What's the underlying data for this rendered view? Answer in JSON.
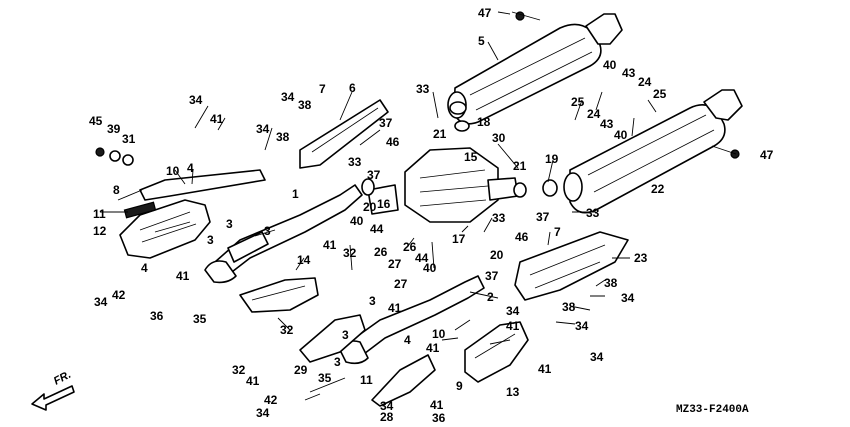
{
  "diagram": {
    "code": "MZ33-F2400A",
    "direction_label": "FR.",
    "callouts": [
      {
        "id": "c47a",
        "label": "47"
      },
      {
        "id": "c5",
        "label": "5"
      },
      {
        "id": "c40a",
        "label": "40"
      },
      {
        "id": "c43a",
        "label": "43"
      },
      {
        "id": "c24a",
        "label": "24"
      },
      {
        "id": "c25a",
        "label": "25"
      },
      {
        "id": "c25b",
        "label": "25"
      },
      {
        "id": "c24b",
        "label": "24"
      },
      {
        "id": "c43b",
        "label": "43"
      },
      {
        "id": "c40b",
        "label": "40"
      },
      {
        "id": "c47b",
        "label": "47"
      },
      {
        "id": "c22",
        "label": "22"
      },
      {
        "id": "c33a",
        "label": "33"
      },
      {
        "id": "c18",
        "label": "18"
      },
      {
        "id": "c21a",
        "label": "21"
      },
      {
        "id": "c30",
        "label": "30"
      },
      {
        "id": "c15",
        "label": "15"
      },
      {
        "id": "c21b",
        "label": "21"
      },
      {
        "id": "c19",
        "label": "19"
      },
      {
        "id": "c7a",
        "label": "7"
      },
      {
        "id": "c6",
        "label": "6"
      },
      {
        "id": "c34a",
        "label": "34"
      },
      {
        "id": "c38a",
        "label": "38"
      },
      {
        "id": "c34b",
        "label": "34"
      },
      {
        "id": "c38b",
        "label": "38"
      },
      {
        "id": "c37a",
        "label": "37"
      },
      {
        "id": "c46a",
        "label": "46"
      },
      {
        "id": "c33b",
        "label": "33"
      },
      {
        "id": "c37b",
        "label": "37"
      },
      {
        "id": "c16",
        "label": "16"
      },
      {
        "id": "c20a",
        "label": "20"
      },
      {
        "id": "c34c",
        "label": "34"
      },
      {
        "id": "c41a",
        "label": "41"
      },
      {
        "id": "c45",
        "label": "45"
      },
      {
        "id": "c39",
        "label": "39"
      },
      {
        "id": "c31",
        "label": "31"
      },
      {
        "id": "c10a",
        "label": "10"
      },
      {
        "id": "c4a",
        "label": "4"
      },
      {
        "id": "c8",
        "label": "8"
      },
      {
        "id": "c11",
        "label": "11"
      },
      {
        "id": "c12",
        "label": "12"
      },
      {
        "id": "c1",
        "label": "1"
      },
      {
        "id": "c3a",
        "label": "3"
      },
      {
        "id": "c3b",
        "label": "3"
      },
      {
        "id": "c3c",
        "label": "3"
      },
      {
        "id": "c4b",
        "label": "4"
      },
      {
        "id": "c41b",
        "label": "41"
      },
      {
        "id": "c34d",
        "label": "34"
      },
      {
        "id": "c42a",
        "label": "42"
      },
      {
        "id": "c36a",
        "label": "36"
      },
      {
        "id": "c35a",
        "label": "35"
      },
      {
        "id": "c14",
        "label": "14"
      },
      {
        "id": "c41c",
        "label": "41"
      },
      {
        "id": "c32a",
        "label": "32"
      },
      {
        "id": "c40c",
        "label": "40"
      },
      {
        "id": "c44a",
        "label": "44"
      },
      {
        "id": "c26a",
        "label": "26"
      },
      {
        "id": "c27a",
        "label": "27"
      },
      {
        "id": "c17",
        "label": "17"
      },
      {
        "id": "c33c",
        "label": "33"
      },
      {
        "id": "c20b",
        "label": "20"
      },
      {
        "id": "c44b",
        "label": "44"
      },
      {
        "id": "c26b",
        "label": "26"
      },
      {
        "id": "c27b",
        "label": "27"
      },
      {
        "id": "c40d",
        "label": "40"
      },
      {
        "id": "c46b",
        "label": "46"
      },
      {
        "id": "c37c",
        "label": "37"
      },
      {
        "id": "c7b",
        "label": "7"
      },
      {
        "id": "c33d",
        "label": "33"
      },
      {
        "id": "c23",
        "label": "23"
      },
      {
        "id": "c37d",
        "label": "37"
      },
      {
        "id": "c38c",
        "label": "38"
      },
      {
        "id": "c34e",
        "label": "34"
      },
      {
        "id": "c38d",
        "label": "38"
      },
      {
        "id": "c34f",
        "label": "34"
      },
      {
        "id": "c34g",
        "label": "34"
      },
      {
        "id": "c2",
        "label": "2"
      },
      {
        "id": "c34h",
        "label": "34"
      },
      {
        "id": "c41d",
        "label": "41"
      },
      {
        "id": "c3d",
        "label": "3"
      },
      {
        "id": "c41e",
        "label": "41"
      },
      {
        "id": "c32b",
        "label": "32"
      },
      {
        "id": "c3e",
        "label": "3"
      },
      {
        "id": "c10b",
        "label": "10"
      },
      {
        "id": "c41f",
        "label": "41"
      },
      {
        "id": "c4c",
        "label": "4"
      },
      {
        "id": "c29",
        "label": "29"
      },
      {
        "id": "c32c",
        "label": "32"
      },
      {
        "id": "c41g",
        "label": "41"
      },
      {
        "id": "c3f",
        "label": "3"
      },
      {
        "id": "c35b",
        "label": "35"
      },
      {
        "id": "c11b",
        "label": "11"
      },
      {
        "id": "c9",
        "label": "9"
      },
      {
        "id": "c13",
        "label": "13"
      },
      {
        "id": "c41h",
        "label": "41"
      },
      {
        "id": "c34i",
        "label": "34"
      },
      {
        "id": "c42b",
        "label": "42"
      },
      {
        "id": "c34j",
        "label": "34"
      },
      {
        "id": "c28",
        "label": "28"
      },
      {
        "id": "c41i",
        "label": "41"
      },
      {
        "id": "c36b",
        "label": "36"
      }
    ]
  }
}
